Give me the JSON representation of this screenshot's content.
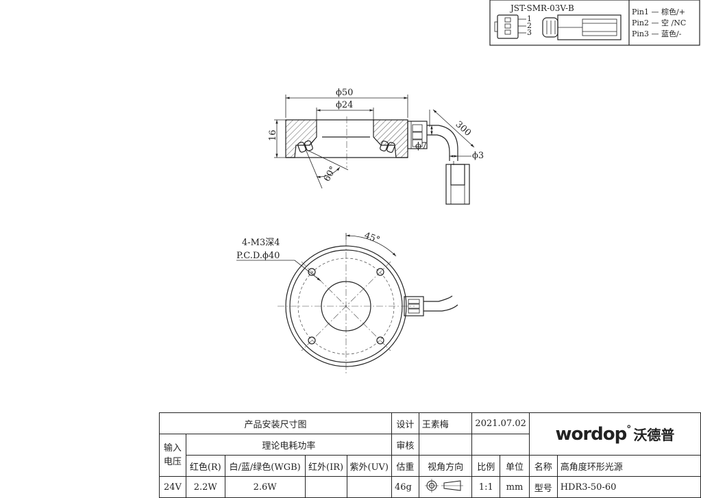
{
  "connector": {
    "model": "JST-SMR-03V-B",
    "pin_numbers": [
      "1",
      "2",
      "3"
    ],
    "pins": [
      "Pin1 — 棕色/+",
      "Pin2 — 空 /NC",
      "Pin3 — 蓝色/-"
    ]
  },
  "section_view": {
    "outer_diameter": "ϕ50",
    "inner_diameter": "ϕ24",
    "height": "16",
    "angle": "60°",
    "cable_length": "300",
    "cable_diameter": "ϕ7",
    "wire_diameter": "ϕ3"
  },
  "top_view": {
    "thread_note": "4-M3深4",
    "pcd_note": "P.C.D.ϕ40",
    "angle": "45°"
  },
  "title_block": {
    "drawing_title": "产品安装尺寸图",
    "design_label": "设计",
    "designer": "王素梅",
    "date": "2021.07.02",
    "review_label": "审核",
    "input_voltage_label": "输入电压",
    "power_label": "理论电耗功率",
    "col_red": "红色(R)",
    "col_white": "白/蓝/绿色(WGB)",
    "col_ir": "红外(IR)",
    "col_uv": "紫外(UV)",
    "weight_label": "估重",
    "view_direction_label": "视角方向",
    "scale_label": "比例",
    "unit_label": "单位",
    "name_label": "名称",
    "product_name": "高角度环形光源",
    "voltage": "24V",
    "power_red": "2.2W",
    "power_white": "2.6W",
    "power_ir": "",
    "power_uv": "",
    "weight": "46g",
    "scale": "1:1",
    "unit": "mm",
    "model_label": "型号",
    "model": "HDR3-50-60",
    "logo_text": "wordop",
    "logo_cn": "沃德普"
  }
}
